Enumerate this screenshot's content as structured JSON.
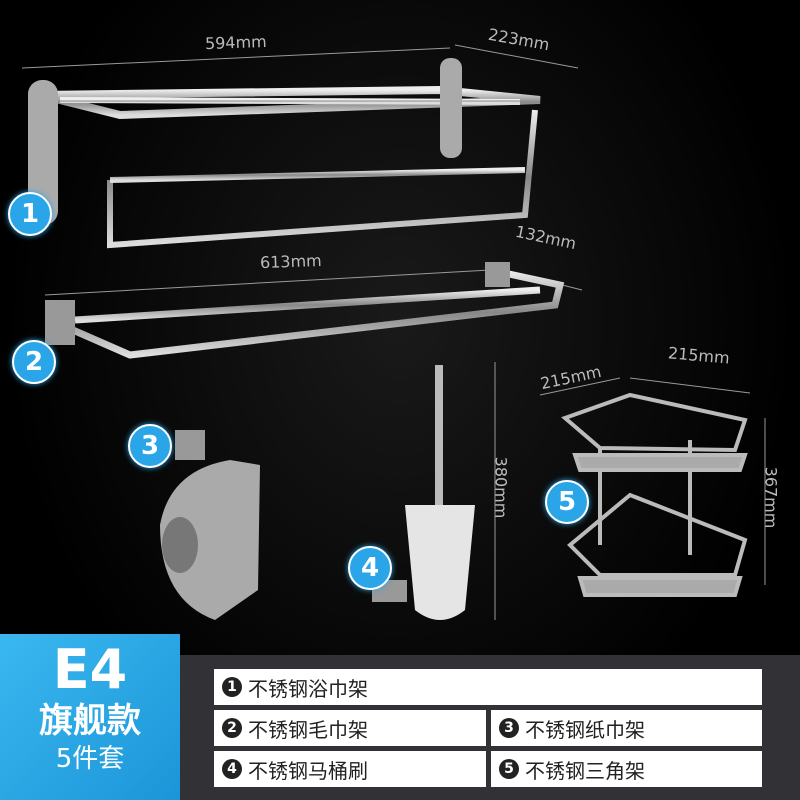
{
  "dimensions": {
    "d1_width": "594mm",
    "d1_depth": "223mm",
    "d2_width": "613mm",
    "d2_depth": "132mm",
    "d4_height": "380mm",
    "d5_side_a": "215mm",
    "d5_side_b": "215mm",
    "d5_height": "367mm"
  },
  "markers": [
    "1",
    "2",
    "3",
    "4",
    "5"
  ],
  "badge": {
    "model": "E4",
    "edition": "旗舰款",
    "count": "5件套"
  },
  "items": [
    {
      "num": "1",
      "label": "不锈钢浴巾架"
    },
    {
      "num": "2",
      "label": "不锈钢毛巾架"
    },
    {
      "num": "3",
      "label": "不锈钢纸巾架"
    },
    {
      "num": "4",
      "label": "不锈钢马桶刷"
    },
    {
      "num": "5",
      "label": "不锈钢三角架"
    }
  ],
  "colors": {
    "accent": "#2aa6e8",
    "panel": "#323236"
  }
}
